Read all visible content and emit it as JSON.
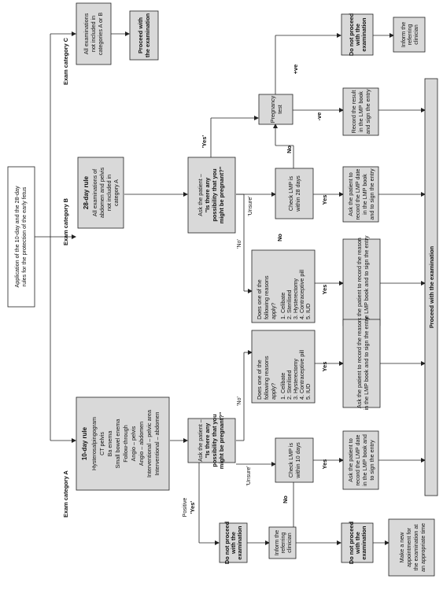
{
  "title": [
    "Application of the 10-day and the 28-day",
    "rules for the protection of the early fetus"
  ],
  "categories": {
    "a": "Exam category A",
    "b": "Exam category B",
    "c": "Exam category C"
  },
  "rule10": {
    "heading": "10-day rule",
    "items": [
      "Hysterosalpingogram",
      "CT pelvis",
      "Ba enema",
      "Small bowel enema",
      "Follow-through",
      "Angio – pelvis",
      "Angio – abdomen",
      "Interventional – pelvic area",
      "Interventional – abdomen"
    ]
  },
  "rule28": {
    "heading": "28-day rule",
    "lines": [
      "All examinations of",
      "abdomen and pelvis",
      "not included in",
      "category A"
    ]
  },
  "cat_c_box": [
    "All examinations",
    "not included in",
    "categories A or B"
  ],
  "proceed_box": [
    "Proceed with",
    "the examination"
  ],
  "ask_patient": [
    "Ask the patient –",
    "\"Is there any",
    "possibility that you",
    "might be pregnant?\""
  ],
  "reasons": {
    "lines": [
      "Does one of the",
      "following reasons",
      "apply?"
    ],
    "list": [
      "1. Celibate",
      "2. Sterilised",
      "3. Hysterectomy",
      "4. Contraceptive pill",
      "5. IUD"
    ]
  },
  "check10": [
    "Check LMP is",
    "within 10 days"
  ],
  "check28": [
    "Check LMP is",
    "within 28 days"
  ],
  "do_not_proceed": [
    "Do not proceed",
    "with the",
    "examination"
  ],
  "inform": [
    "Inform the",
    "referring",
    "clinician"
  ],
  "new_appt": [
    "Make a new",
    "appointment for",
    "the examination at",
    "an appropriate time"
  ],
  "ask_record_lmp": [
    "Ask the patient to",
    "record the LMP date",
    "in the LMP book and",
    "to sign the entry"
  ],
  "ask_record_reason": [
    "Ask the patient to record the reason",
    "in the LMP book and to sign the entry"
  ],
  "ask_record_lmp_b": [
    "Ask the patient to",
    "record the LMP date",
    "in the LMP book",
    "and to sign the entry"
  ],
  "record_result": [
    "Record the result",
    "in the LMP book",
    "and sign the entry"
  ],
  "pregnancy_test": [
    "Pregnancy",
    "test"
  ],
  "proceed_bar": "Proceed with the examination",
  "labels": {
    "positive": "Positive",
    "yes_q": "'Yes'",
    "no_q": "'No'",
    "unsure_q": "'Unsure'",
    "yes": "Yes",
    "no": "No",
    "plus_ve": "+ve",
    "minus_ve": "-ve"
  }
}
